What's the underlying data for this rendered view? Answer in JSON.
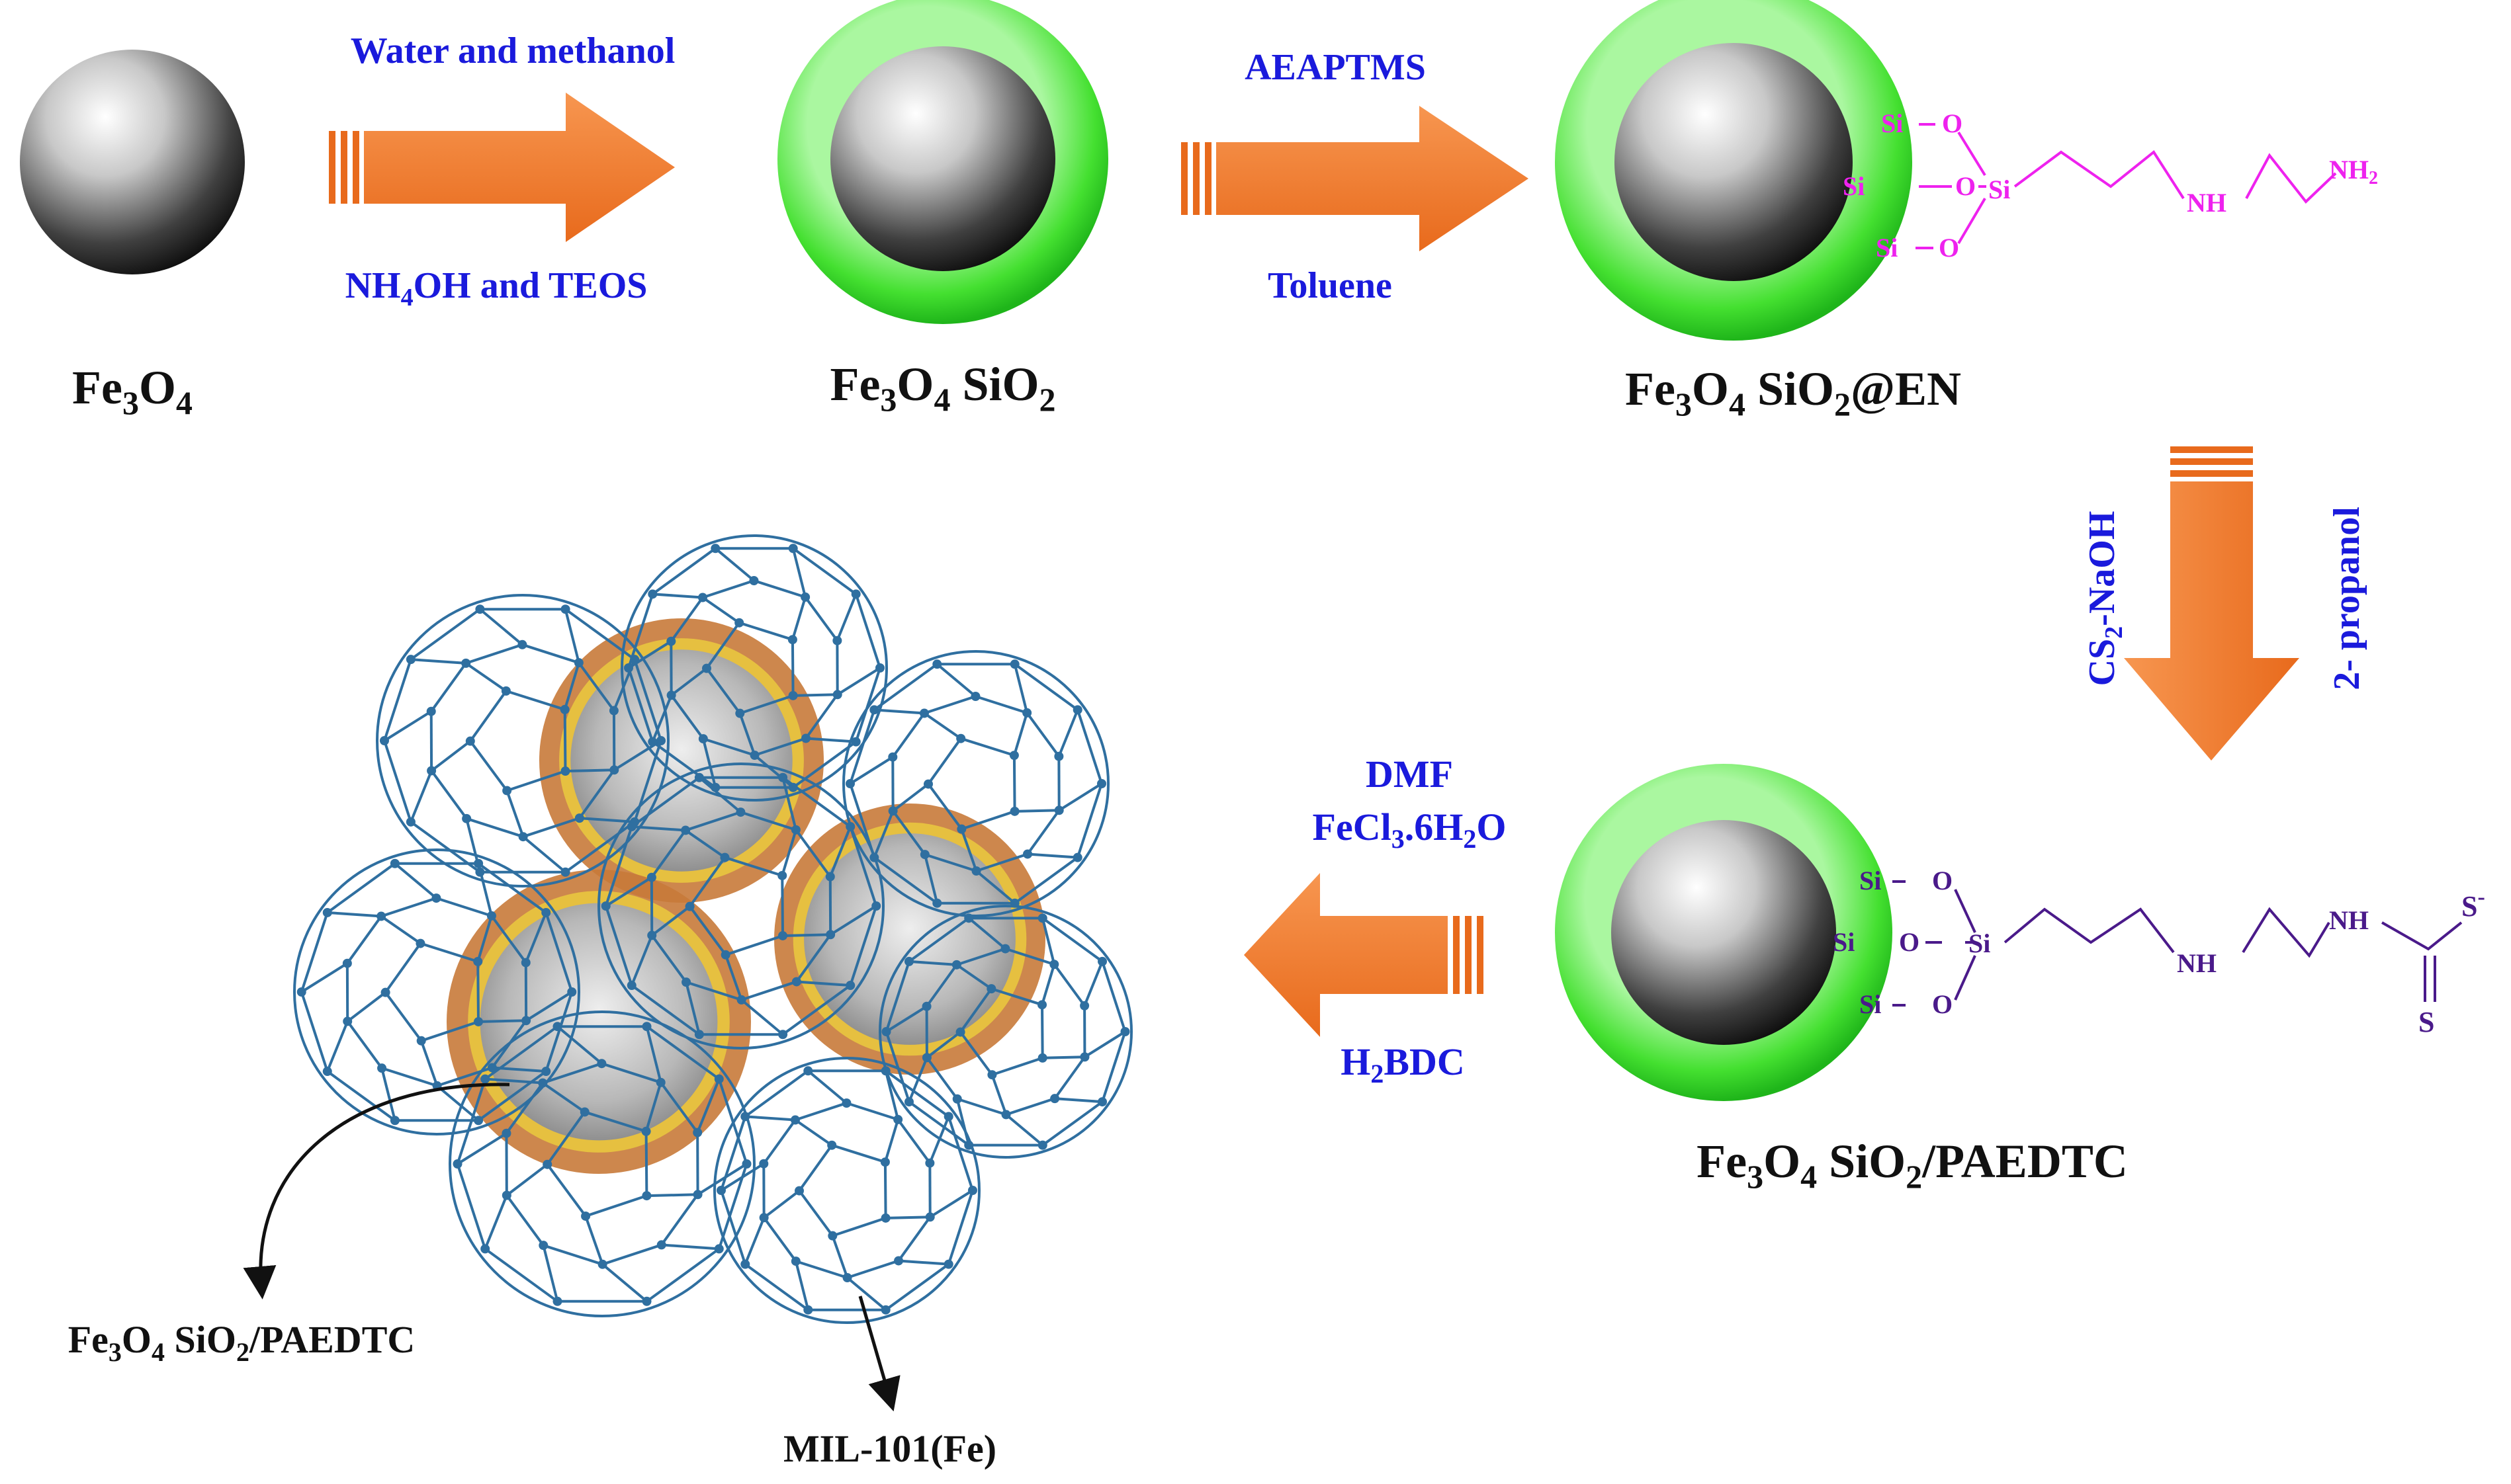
{
  "colors": {
    "arrow": "#f07d2e",
    "reagent_text": "#1a1adc",
    "silica_shell": "#3fdf2f",
    "linker_en": "#ee22ee",
    "linker_paedtc": "#4a1a8a",
    "mof_frame": "#2f6fa0"
  },
  "step1": {
    "top": "Water and methanol",
    "bottom_pre": "NH",
    "bottom_sub": "4",
    "bottom_post": "OH and TEOS"
  },
  "step2": {
    "top": "AEAPTMS",
    "bottom": "Toluene"
  },
  "step3": {
    "left_pre": "CS",
    "left_sub": "2",
    "left_post": "-NaOH",
    "right": "2- propanol"
  },
  "step4": {
    "line1": "DMF",
    "line2_pre": "FeCl",
    "line2_sub1": "3",
    "line2_mid": ".6H",
    "line2_sub2": "2",
    "line2_post": "O",
    "line3_pre": "H",
    "line3_sub": "2",
    "line3_post": "BDC"
  },
  "products": {
    "p1": {
      "a": "Fe",
      "a_sub": "3",
      "b": "O",
      "b_sub": "4"
    },
    "p2": {
      "a": "Fe",
      "a_sub": "3",
      "b": "O",
      "b_sub": "4",
      "c": " SiO",
      "c_sub": "2"
    },
    "p3": {
      "a": "Fe",
      "a_sub": "3",
      "b": "O",
      "b_sub": "4",
      "c": " SiO",
      "c_sub": "2",
      "d": "@EN"
    },
    "p4": {
      "a": "Fe",
      "a_sub": "3",
      "b": "O",
      "b_sub": "4",
      "c": " SiO",
      "c_sub": "2",
      "d": "/PAEDTC"
    }
  },
  "chem_en": {
    "si1": "Si",
    "o1": "O",
    "si2": "Si",
    "o2": "O",
    "si_center": "Si",
    "si3": "Si",
    "o3": "O",
    "nh": "NH",
    "nh2": "NH",
    "nh2_sub": "2"
  },
  "chem_paedtc": {
    "si1": "Si",
    "o1": "O",
    "si2": "Si",
    "o2": "O",
    "si_center": "Si",
    "si3": "Si",
    "o3": "O",
    "nh_a": "NH",
    "nh_b": "NH",
    "s_top": "S",
    "s_charge": "-",
    "s_bottom": "S"
  },
  "callouts": {
    "core_a": "Fe",
    "core_a_sub": "3",
    "core_b": "O",
    "core_b_sub": "4",
    "core_c": " SiO",
    "core_c_sub": "2",
    "core_d": "/PAEDTC",
    "mof": "MIL-101(Fe)"
  }
}
